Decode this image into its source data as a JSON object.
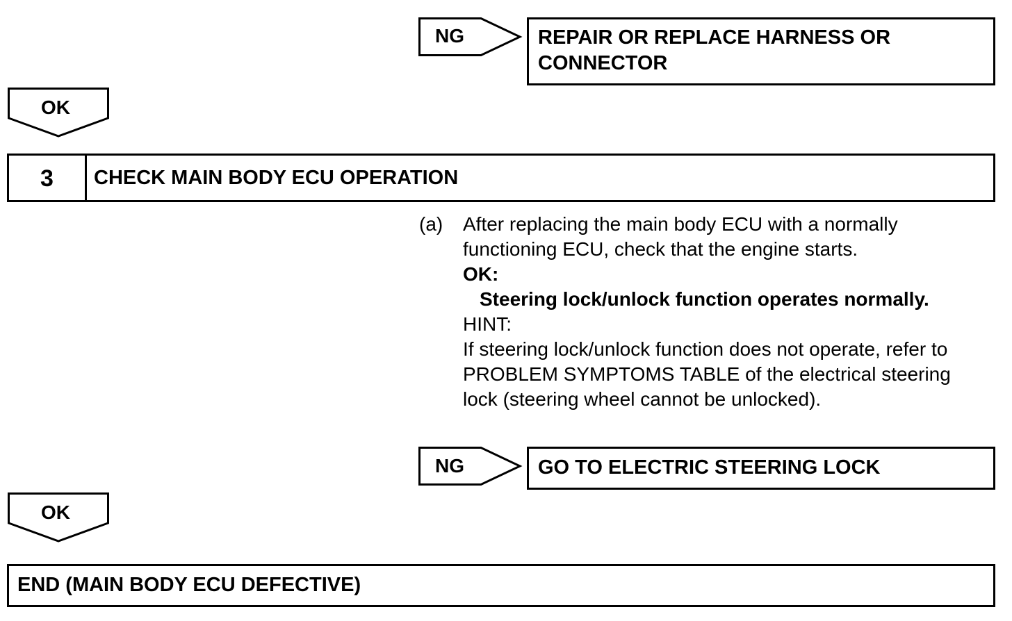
{
  "flow": {
    "ng_top": {
      "label": "NG",
      "result": {
        "line1": "REPAIR OR REPLACE HARNESS OR",
        "line2": "CONNECTOR"
      }
    },
    "ok_top": {
      "label": "OK"
    },
    "step": {
      "number": "3",
      "title": "CHECK MAIN BODY ECU OPERATION"
    },
    "procedure": {
      "marker": "(a)",
      "instruction_line1": "After replacing the main body ECU with a normally",
      "instruction_line2": "functioning ECU, check that the engine starts.",
      "ok_label": "OK:",
      "ok_condition": "Steering lock/unlock function operates normally.",
      "hint_label": "HINT:",
      "hint_line1": "If steering lock/unlock function does not operate, refer to",
      "hint_line2": "PROBLEM SYMPTOMS TABLE of the electrical steering",
      "hint_line3": "lock (steering wheel cannot be unlocked)."
    },
    "ng_bottom": {
      "label": "NG",
      "result": "GO TO ELECTRIC STEERING LOCK"
    },
    "ok_bottom": {
      "label": "OK"
    },
    "end": {
      "text": "END (MAIN BODY ECU DEFECTIVE)"
    }
  }
}
